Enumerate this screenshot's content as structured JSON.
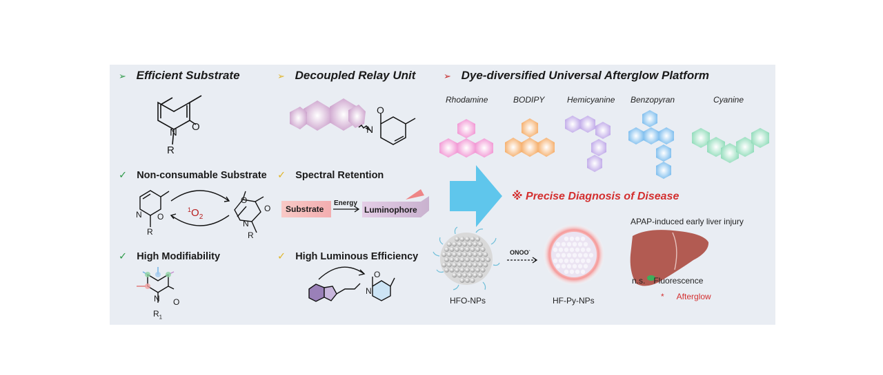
{
  "headings": {
    "h1": {
      "bullet": "➢",
      "text": "Efficient Substrate"
    },
    "h2": {
      "bullet": "➢",
      "text": "Decoupled Relay Unit"
    },
    "h3": {
      "bullet": "➢",
      "text": "Dye-diversified Universal Afterglow Platform"
    }
  },
  "features": {
    "f1": {
      "check": "✓",
      "text": "Non-consumable Substrate"
    },
    "f2": {
      "check": "✓",
      "text": "Spectral Retention"
    },
    "f3": {
      "check": "✓",
      "text": "High Modifiability"
    },
    "f4": {
      "check": "✓",
      "text": "High Luminous Efficiency"
    }
  },
  "substrate_labels": {
    "atom_o": "O",
    "atom_n": "N",
    "atom_r": "R"
  },
  "relay_labels": {
    "atom_o": "O",
    "atom_n": "N"
  },
  "singlet_oxygen": {
    "sup": "1",
    "main": "O",
    "sub": "2"
  },
  "reaction_labels": {
    "n_left": "N",
    "o_left": "O",
    "r_left": "R",
    "o_right": "O",
    "o_right2": "O",
    "n_right": "N",
    "r_right": "R"
  },
  "spectral": {
    "substrate": "Substrate",
    "energy": "Energy",
    "luminophore": "Luminophore"
  },
  "modifiability_labels": {
    "n": "N",
    "o": "O",
    "r": "R",
    "r_sub": "1"
  },
  "efficiency_labels": {
    "o": "O",
    "n": "N"
  },
  "dyes": [
    "Rhodamine",
    "BODIPY",
    "Hemicyanine",
    "Benzopyran",
    "Cyanine"
  ],
  "diagnosis": {
    "mark": "※",
    "text": "Precise Diagnosis of Disease"
  },
  "nano": {
    "reagent": "ONOO",
    "reagent_sup": "-",
    "left_label": "HFO-NPs",
    "right_label": "HF-Py-NPs"
  },
  "liver": {
    "title": "APAP-induced early liver injury",
    "legend": [
      {
        "mark": "n.s.",
        "label": "Fluorescence",
        "color": "#222222"
      },
      {
        "mark": "*",
        "label": "Afterglow",
        "color": "#d32f2f"
      }
    ]
  },
  "colors": {
    "panel_bg": "#e9edf3",
    "check_green": "#2e9a48",
    "arrow_yellow": "#e0b52a",
    "arrow_red": "#c62828",
    "big_arrow": "#5fc6ec",
    "rhodamine": "#f2a3d6",
    "bodipy": "#f7b97a",
    "hemicyanine": "#c9b5ea",
    "benzopyran": "#8fc8f0",
    "cyanine": "#a5e3c6",
    "liver": "#b25b52"
  }
}
